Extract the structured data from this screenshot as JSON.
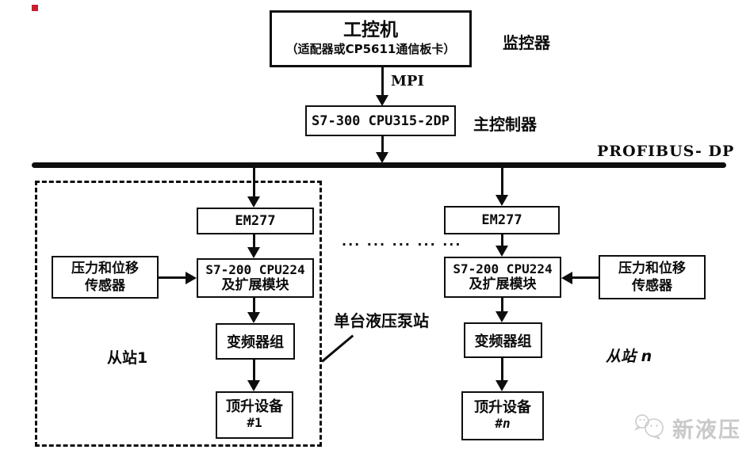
{
  "page": {
    "background": "#ffffff",
    "red_marker_color": "#c42033",
    "ink_color": "#0e0e0e",
    "watermark_color": "#c9c9c9"
  },
  "top": {
    "box_line1": "工控机",
    "box_line2": "（适配器或CP5611通信板卡）",
    "supervisor_label": "监控器",
    "mpi_label": "MPI"
  },
  "master": {
    "box_text": "S7-300 CPU315-2DP",
    "label": "主控制器"
  },
  "bus": {
    "label": "PROFIBUS- DP"
  },
  "middle": {
    "dots": "... ... ... ... ...",
    "pump_station_label": "单台液压泵站"
  },
  "slave1": {
    "em277": "EM277",
    "cpu_line1": "S7-200 CPU224",
    "cpu_line2": "及扩展模块",
    "sensor_line1": "压力和位移",
    "sensor_line2": "传感器",
    "inverter": "变频器组",
    "device_line1": "顶升设备",
    "device_line2": "#1",
    "station_label": "从站1"
  },
  "slaven": {
    "em277": "EM277",
    "cpu_line1": "S7-200 CPU224",
    "cpu_line2": "及扩展模块",
    "sensor_line1": "压力和位移",
    "sensor_line2": "传感器",
    "inverter": "变频器组",
    "device_line1": "顶升设备",
    "device_line2": "#n",
    "station_label": "从站 n"
  },
  "watermark": {
    "text": "新液压",
    "icon": "chat-bubbles-icon"
  }
}
